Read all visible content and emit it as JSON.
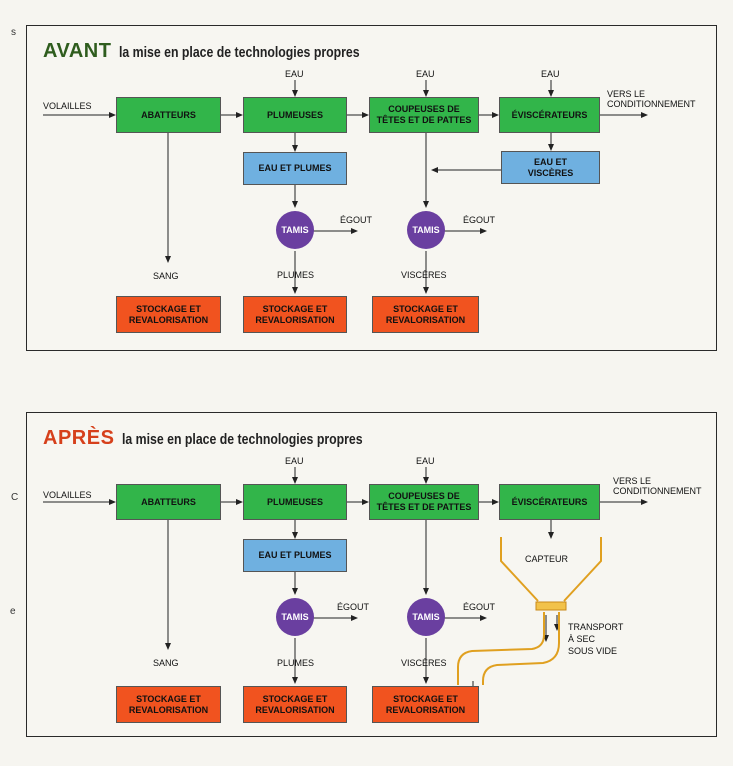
{
  "avant": {
    "heading": "AVANT",
    "subtitle": "la mise en place de technologies propres",
    "heading_color": "#2f5d1e",
    "labels": {
      "volailles": "VOLAILLES",
      "eau1": "EAU",
      "eau2": "EAU",
      "eau3": "EAU",
      "vers": "VERS LE\nCONDITIONNEMENT",
      "sang": "SANG",
      "plumes": "PLUMES",
      "visceres": "VISCÈRES",
      "egout1": "ÉGOUT",
      "egout2": "ÉGOUT"
    },
    "boxes": {
      "abatteurs": "ABATTEURS",
      "plumeuses": "PLUMEUSES",
      "coupeuses": "COUPEUSES DE\nTÊTES ET DE PATTES",
      "eviscerateurs": "ÉVISCÉRATEURS",
      "eau_plumes": "EAU ET PLUMES",
      "eau_visceres": "EAU ET\nVISCÈRES",
      "stock1": "STOCKAGE ET\nREVALORISATION",
      "stock2": "STOCKAGE ET\nREVALORISATION",
      "stock3": "STOCKAGE ET\nREVALORISATION"
    },
    "tamis1": "TAMIS",
    "tamis2": "TAMIS"
  },
  "apres": {
    "heading": "APRÈS",
    "subtitle": "la mise en place de technologies propres",
    "heading_color": "#d6401b",
    "labels": {
      "volailles": "VOLAILLES",
      "eau1": "EAU",
      "eau2": "EAU",
      "vers": "VERS LE\nCONDITIONNEMENT",
      "sang": "SANG",
      "plumes": "PLUMES",
      "visceres": "VISCÈRES",
      "egout1": "ÉGOUT",
      "egout2": "ÉGOUT",
      "capteur": "CAPTEUR",
      "transport": "TRANSPORT\nÀ SEC\nSOUS VIDE"
    },
    "boxes": {
      "abatteurs": "ABATTEURS",
      "plumeuses": "PLUMEUSES",
      "coupeuses": "COUPEUSES DE\nTÊTES ET DE PATTES",
      "eviscerateurs": "ÉVISCÉRATEURS",
      "eau_plumes": "EAU ET PLUMES",
      "stock1": "STOCKAGE ET\nREVALORISATION",
      "stock2": "STOCKAGE ET\nREVALORISATION",
      "stock3": "STOCKAGE ET\nREVALORISATION"
    },
    "tamis1": "TAMIS",
    "tamis2": "TAMIS"
  },
  "margin": {
    "g1": "s",
    "g2": "C",
    "g3": "e"
  },
  "colors": {
    "process_green": "#32b54a",
    "water_blue": "#6fb0e0",
    "storage_red": "#f1531f",
    "tamis_purple": "#6a3fa0",
    "transport_pipe": "#e0a020"
  }
}
